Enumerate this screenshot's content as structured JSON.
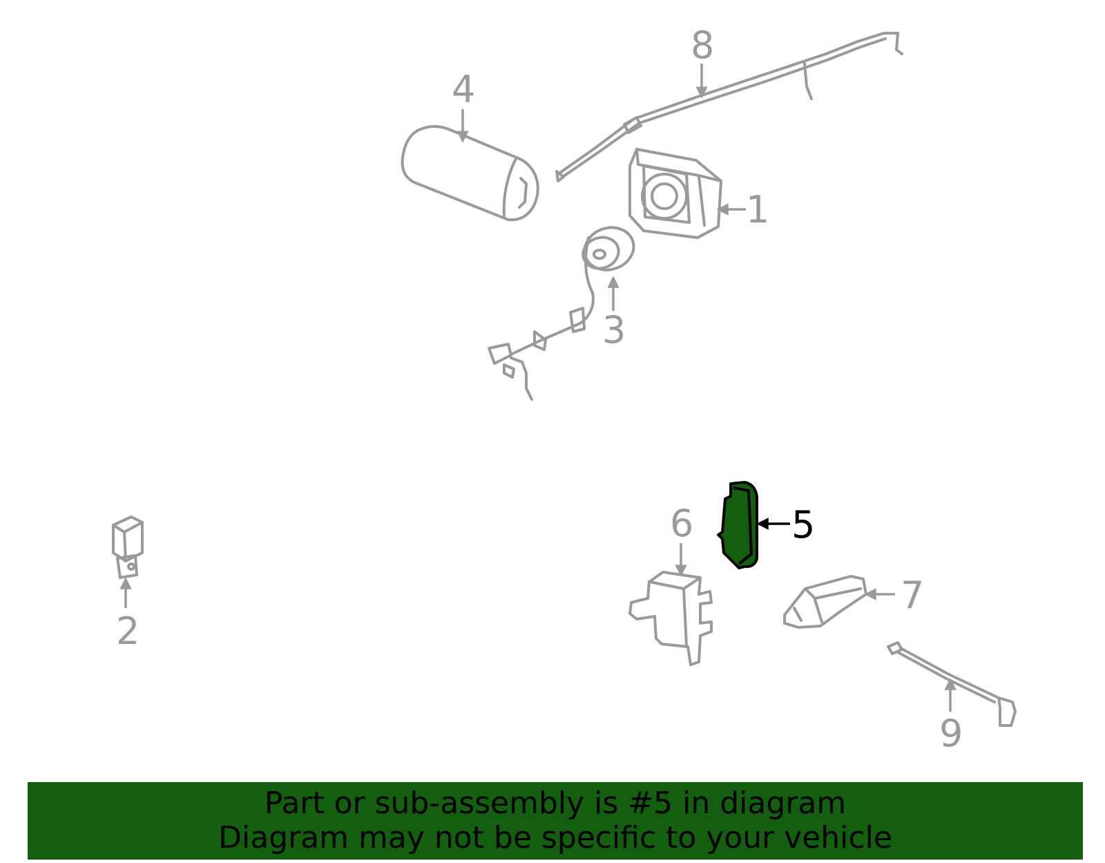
{
  "diagram": {
    "callouts": [
      {
        "number": "1"
      },
      {
        "number": "2"
      },
      {
        "number": "3"
      },
      {
        "number": "4"
      },
      {
        "number": "5",
        "highlighted": true
      },
      {
        "number": "6"
      },
      {
        "number": "7"
      },
      {
        "number": "8"
      },
      {
        "number": "9"
      }
    ],
    "highlight_color": "#135e0f",
    "line_color": "#9a9a9a"
  },
  "banner": {
    "line1": "Part or sub-assembly is #5 in diagram",
    "line2": "Diagram may not be specific to your vehicle",
    "background": "#135e0f"
  }
}
